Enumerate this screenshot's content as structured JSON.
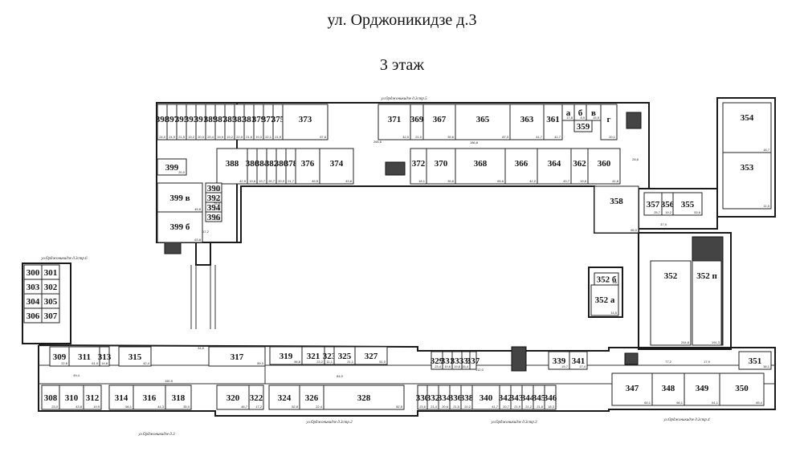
{
  "header": {
    "address": "ул. Орджоникидзе д.3",
    "floor": "3 этаж"
  },
  "labels": {
    "top": "ул.Орджоникидзе д.3стр.5",
    "left": "ул.Орджоникидзе д.3стр.6",
    "bottom_left": "ул.Орджоникидзе д.3",
    "bottom_mid1": "ул.Орджоникидзе д.3стр.2",
    "bottom_mid2": "ул.Орджоникидзе д.3стр.3",
    "bottom_right": "ул.Орджоникидзе д.3стр.4"
  },
  "rooms": [
    {
      "n": "398",
      "a": "24,0"
    },
    {
      "n": "397",
      "a": "24,9"
    },
    {
      "n": "395",
      "a": "21,5"
    },
    {
      "n": "393",
      "a": "19,2"
    },
    {
      "n": "391",
      "a": "20,0"
    },
    {
      "n": "389",
      "a": "20,4"
    },
    {
      "n": "387",
      "a": "19,9"
    },
    {
      "n": "385",
      "a": "19,2"
    },
    {
      "n": "383",
      "a": "22,5"
    },
    {
      "n": "381",
      "a": "21,6"
    },
    {
      "n": "379",
      "a": "19,3"
    },
    {
      "n": "377",
      "a": "22,1"
    },
    {
      "n": "375",
      "a": "21,9"
    },
    {
      "n": "373",
      "a": "57,8"
    },
    {
      "n": "371",
      "a": "42,0"
    },
    {
      "n": "369",
      "a": "21,0"
    },
    {
      "n": "367",
      "a": "39,6"
    },
    {
      "n": "365",
      "a": "87,3"
    },
    {
      "n": "363",
      "a": "41,7"
    },
    {
      "n": "361",
      "a": "41,7"
    },
    {
      "n": "а",
      "a": "17,8"
    },
    {
      "n": "б",
      "a": "8,9"
    },
    {
      "n": "в",
      "a": "15,5"
    },
    {
      "n": "г",
      "a": "20,1"
    },
    {
      "n": "359",
      "a": ""
    },
    {
      "n": "388",
      "a": "42,9"
    },
    {
      "n": "386",
      "a": "19,6"
    },
    {
      "n": "384",
      "a": "19,7"
    },
    {
      "n": "382",
      "a": "20,7"
    },
    {
      "n": "380",
      "a": "20,9"
    },
    {
      "n": "378",
      "a": "21,7"
    },
    {
      "n": "376",
      "a": "45,5"
    },
    {
      "n": "374",
      "a": "43,8"
    },
    {
      "n": "372",
      "a": "18,1"
    },
    {
      "n": "370",
      "a": "39,8"
    },
    {
      "n": "368",
      "a": "65,6"
    },
    {
      "n": "366",
      "a": "42,2"
    },
    {
      "n": "364",
      "a": "43,7"
    },
    {
      "n": "362",
      "a": "19,6"
    },
    {
      "n": "360",
      "a": "41,8"
    },
    {
      "n": "399",
      "a": "20,0"
    },
    {
      "n": "399 в",
      "a": "45,8"
    },
    {
      "n": "399 б",
      "a": "63,8"
    },
    {
      "n": "390",
      "a": "12,5"
    },
    {
      "n": "392",
      "a": "13,4"
    },
    {
      "n": "394",
      "a": "13,5"
    },
    {
      "n": "396",
      "a": "12,5"
    },
    {
      "n": "358",
      "a": "65,0"
    },
    {
      "n": "357",
      "a": "25,7"
    },
    {
      "n": "356",
      "a": "19,2"
    },
    {
      "n": "355",
      "a": "53,6"
    },
    {
      "n": "354",
      "a": "18,7"
    },
    {
      "n": "353",
      "a": "11,0"
    },
    {
      "n": "352 б",
      "a": "9,8"
    },
    {
      "n": "352 а",
      "a": "14,5"
    },
    {
      "n": "352",
      "a": "244,8"
    },
    {
      "n": "352 п",
      "a": "191,3"
    },
    {
      "n": "300",
      "a": ""
    },
    {
      "n": "301",
      "a": ""
    },
    {
      "n": "302",
      "a": ""
    },
    {
      "n": "303",
      "a": ""
    },
    {
      "n": "304",
      "a": ""
    },
    {
      "n": "305",
      "a": ""
    },
    {
      "n": "306",
      "a": ""
    },
    {
      "n": "307",
      "a": ""
    },
    {
      "n": "309",
      "a": "22,8"
    },
    {
      "n": "311",
      "a": "61,0"
    },
    {
      "n": "313",
      "a": "14,8"
    },
    {
      "n": "315",
      "a": "42,4"
    },
    {
      "n": "317",
      "a": "89,3"
    },
    {
      "n": "319",
      "a": "56,8"
    },
    {
      "n": "321",
      "a": "23,2"
    },
    {
      "n": "323",
      "a": "11,1"
    },
    {
      "n": "325",
      "a": "21,1"
    },
    {
      "n": "327",
      "a": "51,0"
    },
    {
      "n": "329",
      "a": "23,4"
    },
    {
      "n": "331",
      "a": "19,6"
    },
    {
      "n": "333",
      "a": "19,8"
    },
    {
      "n": "335",
      "a": "15,4"
    },
    {
      "n": "337",
      "a": ""
    },
    {
      "n": "339",
      "a": "19,7"
    },
    {
      "n": "341",
      "a": "17,4"
    },
    {
      "n": "351",
      "a": "38,1"
    },
    {
      "n": "308",
      "a": "23,0"
    },
    {
      "n": "310",
      "a": "43,8"
    },
    {
      "n": "312",
      "a": "19,9"
    },
    {
      "n": "314",
      "a": "56,1"
    },
    {
      "n": "316",
      "a": "44,3"
    },
    {
      "n": "318",
      "a": "35,0"
    },
    {
      "n": "320",
      "a": "48,7"
    },
    {
      "n": "322",
      "a": "17,2"
    },
    {
      "n": "324",
      "a": "52,8"
    },
    {
      "n": "326",
      "a": "22,4"
    },
    {
      "n": "328",
      "a": "82,8"
    },
    {
      "n": "330",
      "a": "23,6"
    },
    {
      "n": "332",
      "a": "21,4"
    },
    {
      "n": "334",
      "a": "20,6"
    },
    {
      "n": "336",
      "a": "21,5"
    },
    {
      "n": "338",
      "a": "20,2"
    },
    {
      "n": "340",
      "a": "41,7"
    },
    {
      "n": "342",
      "a": "20,7"
    },
    {
      "n": "343",
      "a": "21,9"
    },
    {
      "n": "344",
      "a": "21,2"
    },
    {
      "n": "345",
      "a": "21,8"
    },
    {
      "n": "346",
      "a": "18,3"
    },
    {
      "n": "347",
      "a": "60,1"
    },
    {
      "n": "348",
      "a": "56,1"
    },
    {
      "n": "349",
      "a": "61,1"
    },
    {
      "n": "350",
      "a": "65,4"
    }
  ],
  "corridors": [
    {
      "a": "265,6"
    },
    {
      "a": "186,8"
    },
    {
      "a": "28,8"
    },
    {
      "a": "78,8"
    },
    {
      "a": "37,9"
    },
    {
      "a": "17,2"
    },
    {
      "a": "49,4"
    },
    {
      "a": "150,9"
    },
    {
      "a": "34,8"
    },
    {
      "a": "84,9"
    },
    {
      "a": "112,0"
    },
    {
      "a": "77,2"
    },
    {
      "a": "17,9"
    }
  ]
}
